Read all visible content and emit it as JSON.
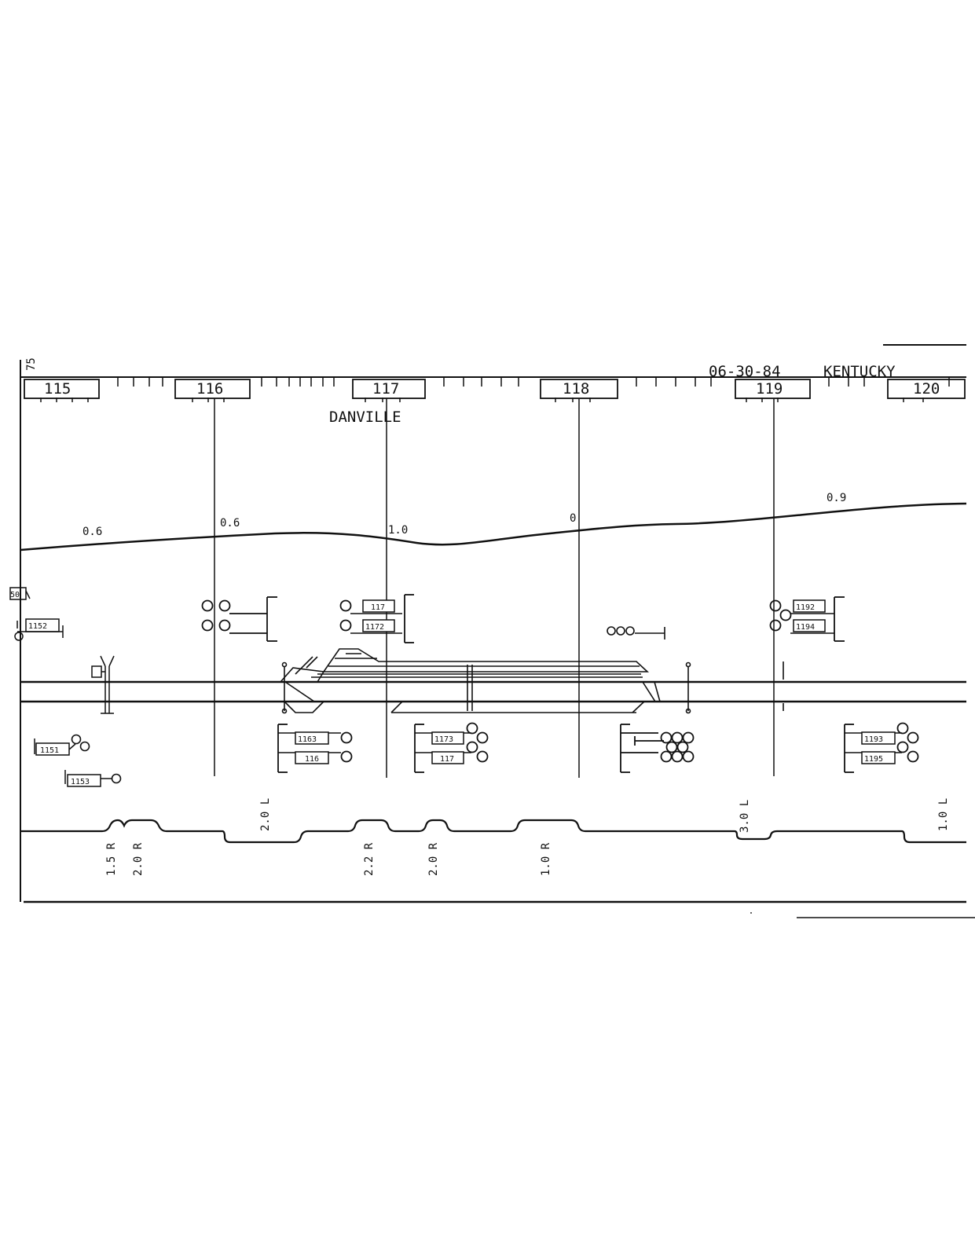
{
  "header": {
    "sheet_number": "75",
    "date": "06-30-84",
    "state": "KENTUCKY"
  },
  "mileposts": [
    "115",
    "116",
    "117",
    "118",
    "119",
    "120"
  ],
  "station": "DANVILLE",
  "grades": [
    "0.6",
    "0.6",
    "1.0",
    "0",
    "0.9"
  ],
  "signals": {
    "upper": [
      "50",
      "1152",
      "117",
      "1172",
      "1192",
      "1194"
    ],
    "lower": [
      "1151",
      "1153",
      "1163",
      "116",
      "1173",
      "117",
      "1193",
      "1195"
    ]
  },
  "curves": [
    "1.5 R",
    "2.0 R",
    "2.0 L",
    "2.2 R",
    "2.0 R",
    "1.0 R",
    "3.0 L",
    "1.0 L"
  ]
}
